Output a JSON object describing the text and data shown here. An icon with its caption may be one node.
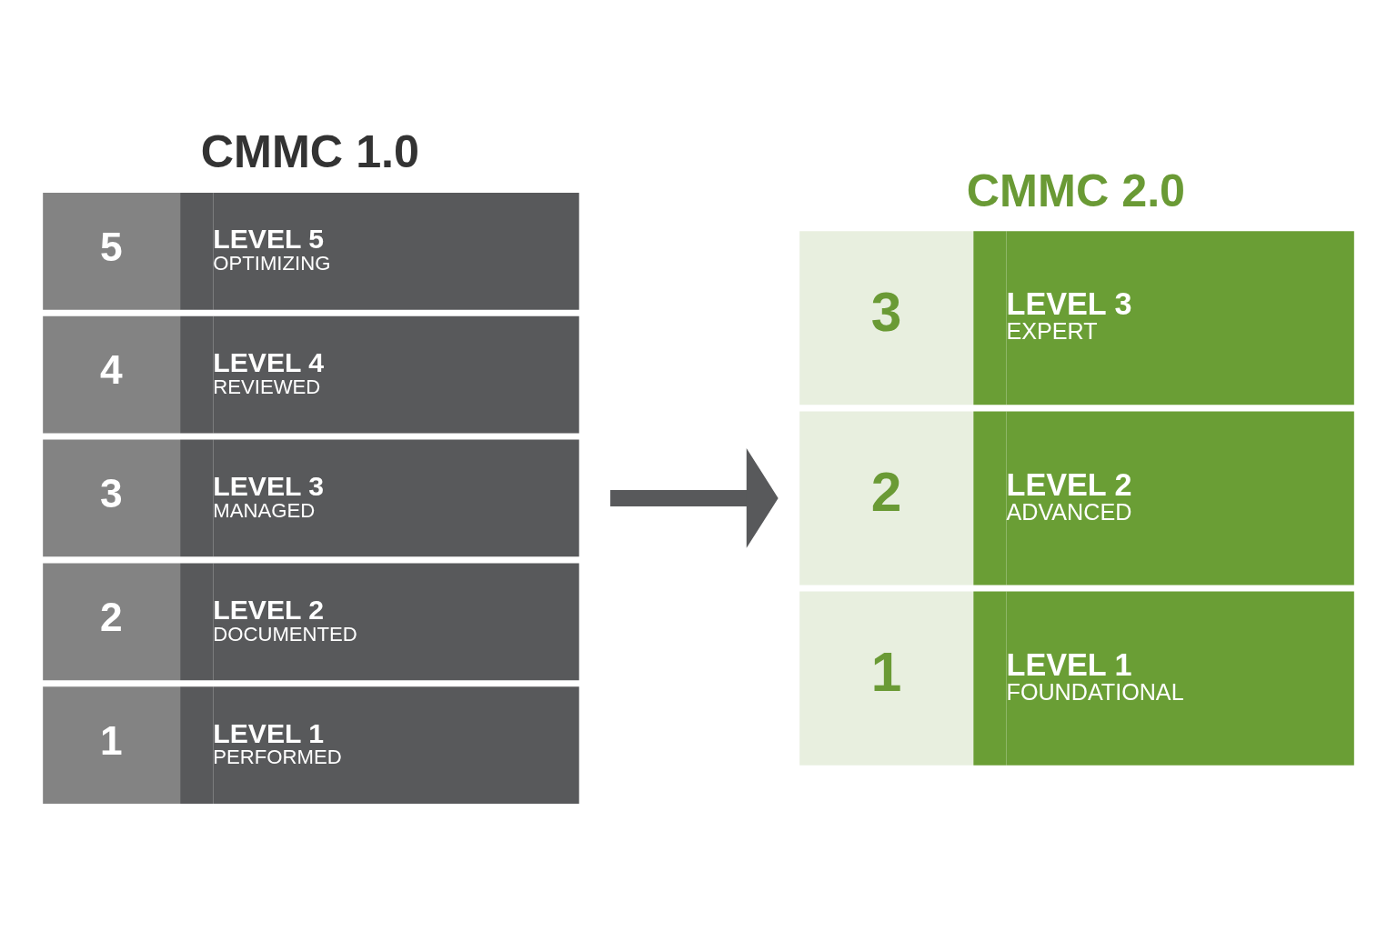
{
  "diagram": {
    "nodes": [
      {
        "text": [
          "5",
          "LEVEL 5",
          "OPTIMIZING"
        ]
      },
      {
        "text": [
          "4",
          "LEVEL 4",
          "REVIEWED"
        ]
      },
      {
        "text": [
          "3",
          "LEVEL 3",
          "MANAGED"
        ]
      },
      {
        "text": [
          "2",
          "LEVEL 2",
          "DOCUMENTED"
        ]
      },
      {
        "text": [
          "1",
          "LEVEL 1",
          "PERFORMED"
        ]
      },
      {
        "text": [
          "3",
          "LEVEL 3",
          "EXPERT"
        ]
      },
      {
        "text": [
          "2",
          "LEVEL 2",
          "ADVANCED"
        ]
      },
      {
        "text": [
          "1",
          "LEVEL 1",
          "FOUNDATIONAL"
        ]
      }
    ],
    "edges": [
      {
        "from": 2,
        "to": 6,
        "arrow": "to"
      }
    ],
    "labels": [
      "CMMC 1.0",
      "CMMC 2.0"
    ]
  }
}
